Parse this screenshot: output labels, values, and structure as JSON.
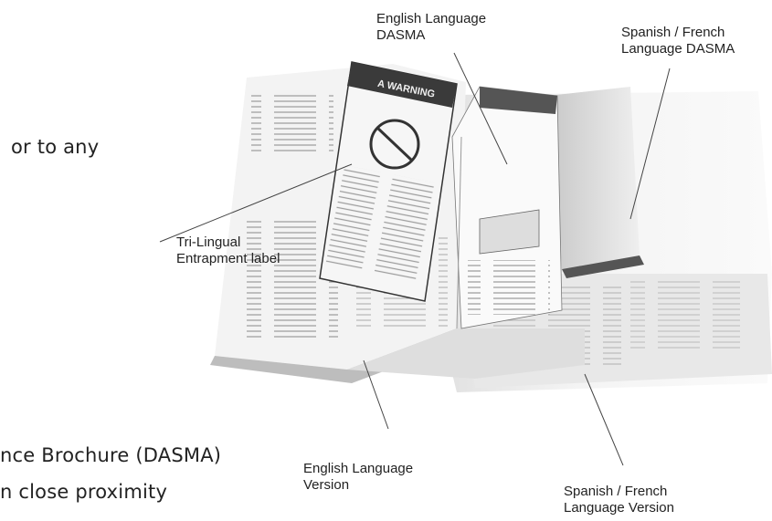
{
  "body_text": {
    "line1": "or to any",
    "line2": "nce Brochure (DASMA)",
    "line3": "n close proximity"
  },
  "callouts": {
    "english_dasma": [
      "English Language",
      "DASMA"
    ],
    "spanish_french_dasma": [
      "Spanish / French",
      "Language DASMA"
    ],
    "tri_lingual_label": [
      "Tri-Lingual",
      "Entrapment label"
    ],
    "english_version": [
      "English Language",
      "Version"
    ],
    "spanish_french_version": [
      "Spanish / French",
      "Language Version"
    ]
  },
  "colors": {
    "paper": "#f2f2f2",
    "shadow": "#9a9a9a",
    "ink": "#222222",
    "label_dark": "#444444"
  }
}
